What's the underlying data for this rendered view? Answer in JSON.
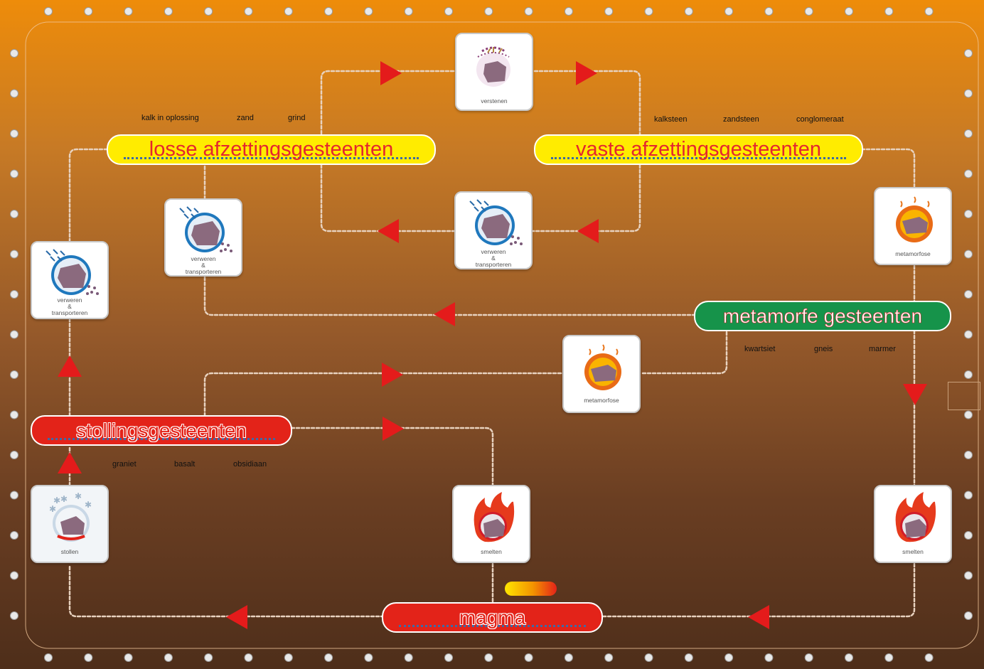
{
  "stages": {
    "losse": "losse afzettingsgesteenten",
    "vaste": "vaste afzettingsgesteenten",
    "metamorf": "metamorfe gesteenten",
    "stolling": "stollingsgesteenten",
    "magma": "magma"
  },
  "examples": {
    "losse": [
      "kalk in oplossing",
      "zand",
      "grind"
    ],
    "vaste": [
      "kalksteen",
      "zandsteen",
      "conglomeraat"
    ],
    "metamorf": [
      "kwartsiet",
      "gneis",
      "marmer"
    ],
    "stolling": [
      "graniet",
      "basalt",
      "obsidiaan"
    ]
  },
  "processes": {
    "verstenen": "verstenen",
    "verweren_a": "verweren",
    "verweren_b": "&",
    "verweren_c": "transporteren",
    "metamorfose": "metamorfose",
    "smelten": "smelten",
    "stollen": "stollen"
  },
  "colors": {
    "arrow": "#e41b1b",
    "pill_yellow": "#ffec00",
    "pill_green": "#16934a",
    "pill_red": "#e32319",
    "path": "#e8d2bf"
  },
  "icons": {
    "verstenen": "pressure-rock-icon",
    "verweren": "rain-weathering-icon",
    "metamorfose": "heat-sun-icon",
    "smelten": "flame-icon",
    "stollen": "snowflake-icon",
    "heat_gradient": "heat-gradient-bar"
  }
}
